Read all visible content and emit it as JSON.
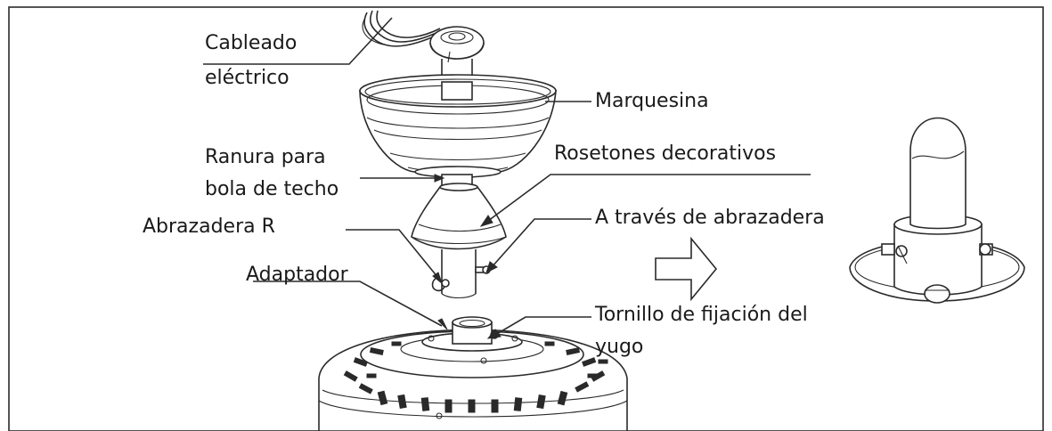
{
  "labels": {
    "cableado_1": "Cableado",
    "cableado_2": "eléctrico",
    "marquesina": "Marquesina",
    "ranura_1": "Ranura para",
    "ranura_2": "bola de techo",
    "rosetones": "Rosetones decorativos",
    "abrazadera_r": "Abrazadera R",
    "a_traves": "A través de abrazadera",
    "adaptador": "Adaptador",
    "tornillo_1": "Tornillo de fijación del",
    "tornillo_2": "yugo"
  }
}
